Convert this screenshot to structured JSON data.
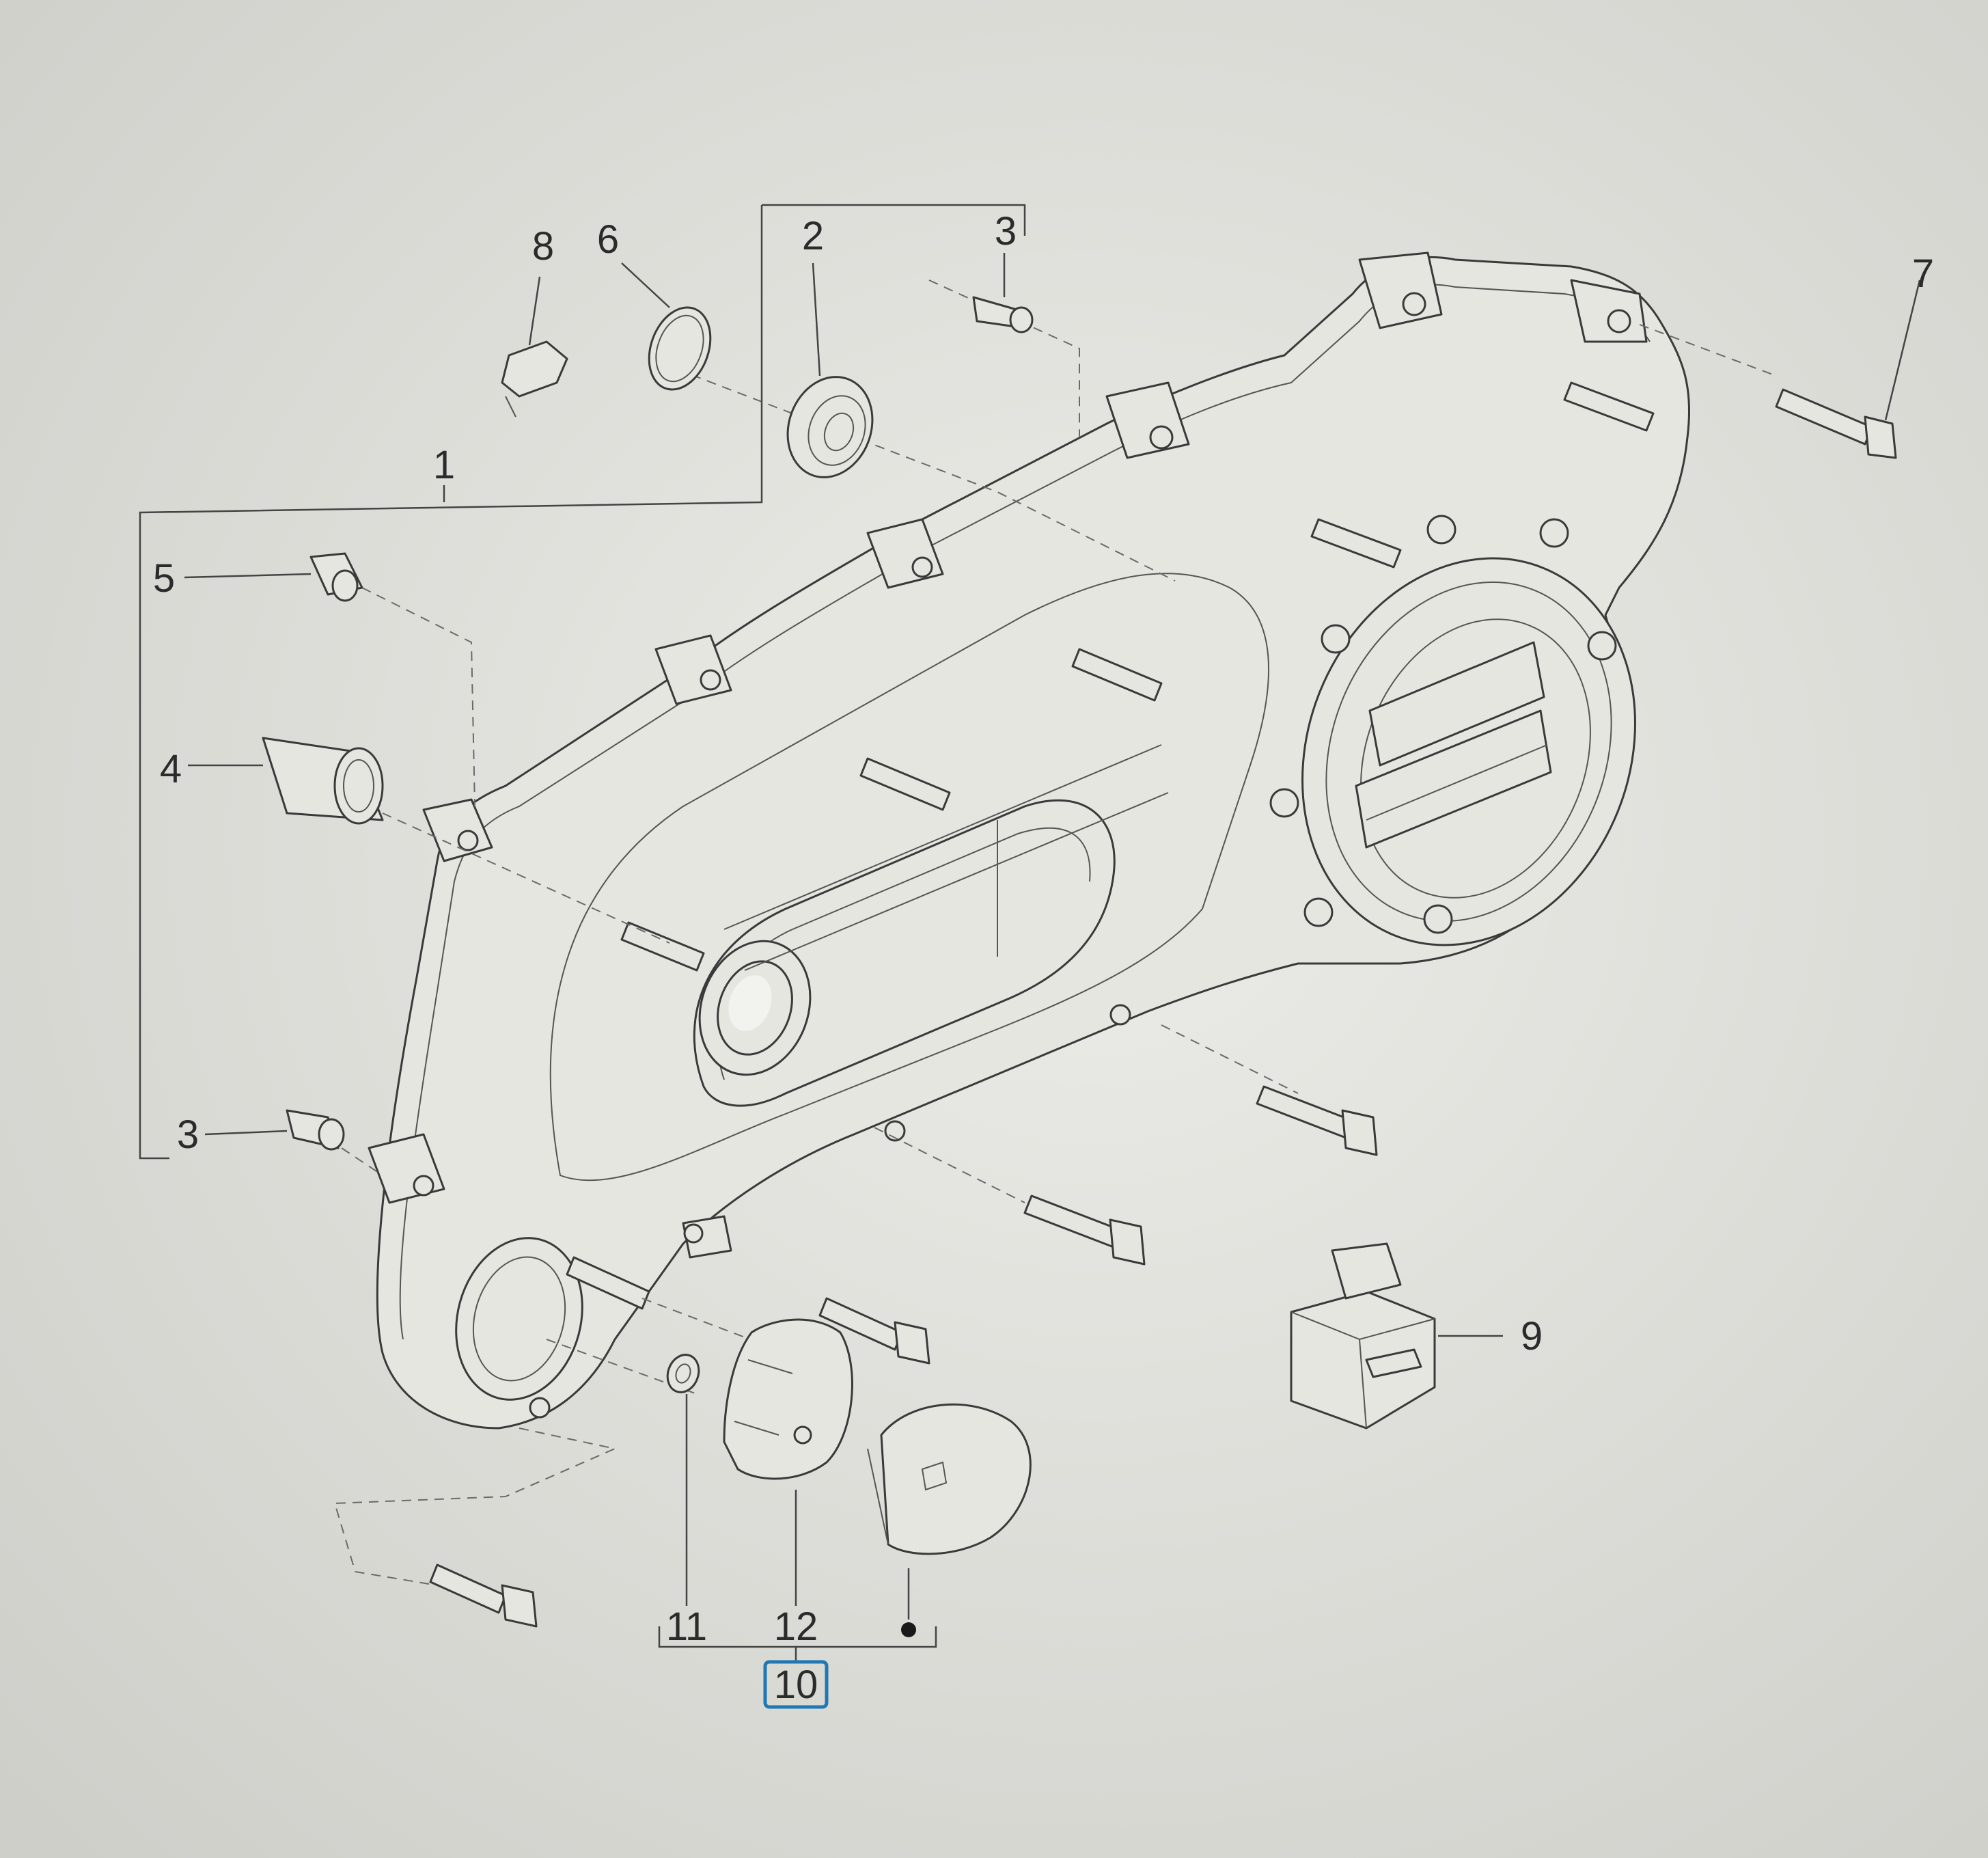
{
  "diagram": {
    "callouts": {
      "c1": "1",
      "c2": "2",
      "c3_top": "3",
      "c3_left": "3",
      "c4": "4",
      "c5": "5",
      "c6": "6",
      "c7": "7",
      "c8": "8",
      "c9": "9",
      "c10": "10",
      "c11": "11",
      "c12": "12"
    },
    "highlight_color": "#1f78b4",
    "background_color": "#d9d9d4"
  }
}
